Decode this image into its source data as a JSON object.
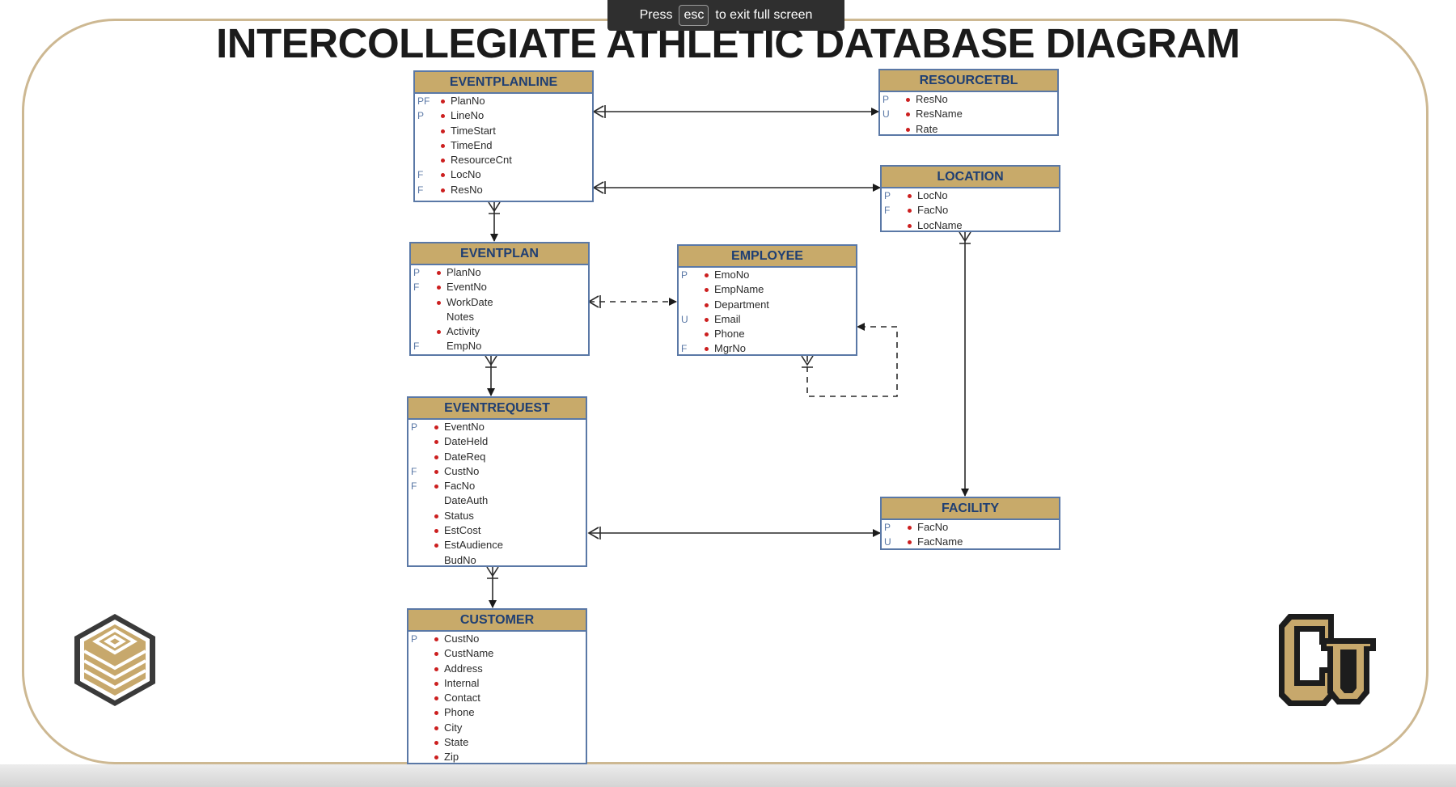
{
  "title": "INTERCOLLEGIATE ATHLETIC DATABASE DIAGRAM",
  "fullscreen_notice": {
    "before": "Press",
    "key": "esc",
    "after": "to exit full screen"
  },
  "colors": {
    "header_fill": "#c8aa6a",
    "header_text": "#1f3f73",
    "border": "#5a78a6",
    "required_dot": "#cc1f1f",
    "frame": "#cdb892"
  },
  "entities": {
    "eventplanline": {
      "name": "EVENTPLANLINE",
      "attributes": [
        {
          "key": "PF",
          "name": "PlanNo",
          "required": true
        },
        {
          "key": "P",
          "name": "LineNo",
          "required": true
        },
        {
          "key": "",
          "name": "TimeStart",
          "required": true
        },
        {
          "key": "",
          "name": "TimeEnd",
          "required": true
        },
        {
          "key": "",
          "name": "ResourceCnt",
          "required": true
        },
        {
          "key": "F",
          "name": "LocNo",
          "required": true
        },
        {
          "key": "F",
          "name": "ResNo",
          "required": true
        }
      ]
    },
    "resourcetbl": {
      "name": "RESOURCETBL",
      "attributes": [
        {
          "key": "P",
          "name": "ResNo",
          "required": true
        },
        {
          "key": "U",
          "name": "ResName",
          "required": true
        },
        {
          "key": "",
          "name": "Rate",
          "required": true
        }
      ]
    },
    "location": {
      "name": "LOCATION",
      "attributes": [
        {
          "key": "P",
          "name": "LocNo",
          "required": true
        },
        {
          "key": "F",
          "name": "FacNo",
          "required": true
        },
        {
          "key": "",
          "name": "LocName",
          "required": true
        }
      ]
    },
    "eventplan": {
      "name": "EVENTPLAN",
      "attributes": [
        {
          "key": "P",
          "name": "PlanNo",
          "required": true
        },
        {
          "key": "F",
          "name": "EventNo",
          "required": true
        },
        {
          "key": "",
          "name": "WorkDate",
          "required": true
        },
        {
          "key": "",
          "name": "Notes",
          "required": false
        },
        {
          "key": "",
          "name": "Activity",
          "required": true
        },
        {
          "key": "F",
          "name": "EmpNo",
          "required": false
        }
      ]
    },
    "employee": {
      "name": "EMPLOYEE",
      "attributes": [
        {
          "key": "P",
          "name": "EmoNo",
          "required": true
        },
        {
          "key": "",
          "name": "EmpName",
          "required": true
        },
        {
          "key": "",
          "name": "Department",
          "required": true
        },
        {
          "key": "U",
          "name": "Email",
          "required": true
        },
        {
          "key": "",
          "name": "Phone",
          "required": true
        },
        {
          "key": "F",
          "name": "MgrNo",
          "required": true
        }
      ]
    },
    "eventrequest": {
      "name": "EVENTREQUEST",
      "attributes": [
        {
          "key": "P",
          "name": "EventNo",
          "required": true
        },
        {
          "key": "",
          "name": "DateHeld",
          "required": true
        },
        {
          "key": "",
          "name": "DateReq",
          "required": true
        },
        {
          "key": "F",
          "name": "CustNo",
          "required": true
        },
        {
          "key": "F",
          "name": "FacNo",
          "required": true
        },
        {
          "key": "",
          "name": "DateAuth",
          "required": false
        },
        {
          "key": "",
          "name": "Status",
          "required": true
        },
        {
          "key": "",
          "name": "EstCost",
          "required": true
        },
        {
          "key": "",
          "name": "EstAudience",
          "required": true
        },
        {
          "key": "",
          "name": "BudNo",
          "required": false
        }
      ]
    },
    "facility": {
      "name": "FACILITY",
      "attributes": [
        {
          "key": "P",
          "name": "FacNo",
          "required": true
        },
        {
          "key": "U",
          "name": "FacName",
          "required": true
        }
      ]
    },
    "customer": {
      "name": "CUSTOMER",
      "attributes": [
        {
          "key": "P",
          "name": "CustNo",
          "required": true
        },
        {
          "key": "",
          "name": "CustName",
          "required": true
        },
        {
          "key": "",
          "name": "Address",
          "required": true
        },
        {
          "key": "",
          "name": "Internal",
          "required": true
        },
        {
          "key": "",
          "name": "Contact",
          "required": true
        },
        {
          "key": "",
          "name": "Phone",
          "required": true
        },
        {
          "key": "",
          "name": "City",
          "required": true
        },
        {
          "key": "",
          "name": "State",
          "required": true
        },
        {
          "key": "",
          "name": "Zip",
          "required": true
        }
      ]
    }
  },
  "relationships": [
    {
      "from": "EVENTPLANLINE",
      "to": "RESOURCETBL",
      "style": "solid"
    },
    {
      "from": "EVENTPLANLINE",
      "to": "LOCATION",
      "style": "solid"
    },
    {
      "from": "EVENTPLANLINE",
      "to": "EVENTPLAN",
      "style": "solid"
    },
    {
      "from": "EVENTPLAN",
      "to": "EMPLOYEE",
      "style": "dashed"
    },
    {
      "from": "EVENTPLAN",
      "to": "EVENTREQUEST",
      "style": "solid"
    },
    {
      "from": "EMPLOYEE",
      "to": "EMPLOYEE",
      "style": "dashed"
    },
    {
      "from": "LOCATION",
      "to": "FACILITY",
      "style": "solid"
    },
    {
      "from": "EVENTREQUEST",
      "to": "FACILITY",
      "style": "solid"
    },
    {
      "from": "EVENTREQUEST",
      "to": "CUSTOMER",
      "style": "solid"
    }
  ]
}
